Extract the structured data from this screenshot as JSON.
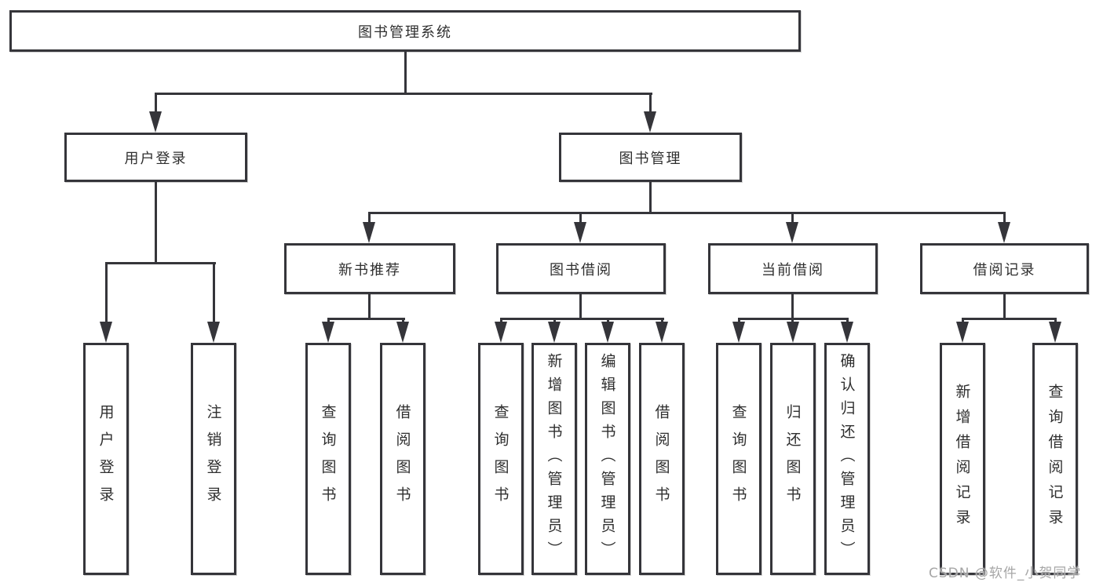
{
  "tree": {
    "root": {
      "label": "图书管理系统"
    },
    "branches": [
      {
        "label": "用户登录",
        "children": [
          "用户登录",
          "注销登录"
        ]
      },
      {
        "label": "图书管理",
        "sections": [
          {
            "label": "新书推荐",
            "children": [
              "查询图书",
              "借阅图书"
            ]
          },
          {
            "label": "图书借阅",
            "children": [
              "查询图书",
              "新增图书（管理员）",
              "编辑图书（管理员）",
              "借阅图书"
            ]
          },
          {
            "label": "当前借阅",
            "children": [
              "查询图书",
              "归还图书",
              "确认归还（管理员）"
            ]
          },
          {
            "label": "借阅记录",
            "children": [
              "新增借阅记录",
              "查询借阅记录"
            ]
          }
        ]
      }
    ]
  },
  "watermark": {
    "text": "CSDN @软件_小贺同学"
  },
  "colors": {
    "line": "#35353a",
    "text": "#2f2f2f",
    "watermark": "#a6a6a6",
    "background": "#ffffff"
  }
}
